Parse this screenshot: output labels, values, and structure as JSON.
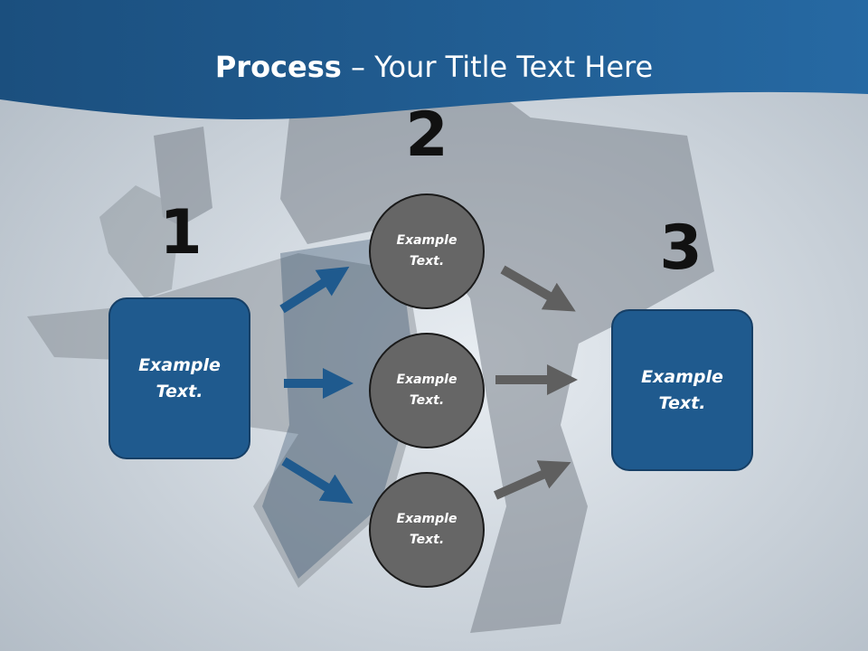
{
  "title": {
    "bold": "Process",
    "rest": " – Your Title Text Here"
  },
  "steps": {
    "one": {
      "number": "1",
      "text": "Example Text."
    },
    "two": {
      "number": "2"
    },
    "three": {
      "number": "3",
      "text": "Example Text."
    }
  },
  "circles": [
    {
      "text": "Example Text."
    },
    {
      "text": "Example Text."
    },
    {
      "text": "Example Text."
    }
  ],
  "colors": {
    "header": "#1e5a8c",
    "box": "#1f5a8e",
    "circle": "#666666",
    "arrow_blue": "#1f5a8e",
    "arrow_gray": "#5f5f5f"
  }
}
